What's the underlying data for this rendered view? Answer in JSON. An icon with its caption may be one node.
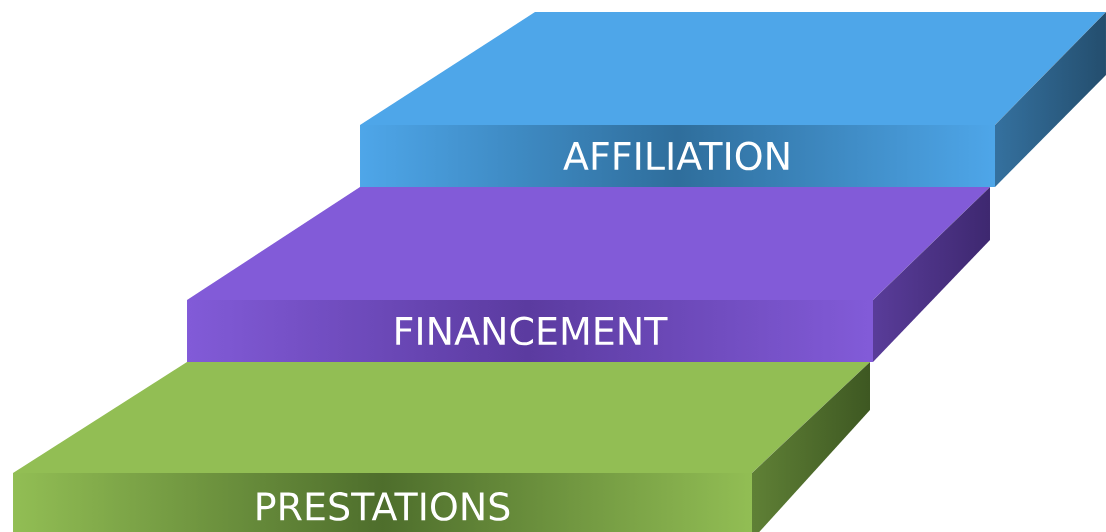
{
  "diagram": {
    "nodes": [
      {
        "text": [
          "AFFILIATION"
        ]
      },
      {
        "text": [
          "FINANCEMENT"
        ]
      },
      {
        "text": [
          "PRESTATIONS"
        ]
      }
    ]
  }
}
